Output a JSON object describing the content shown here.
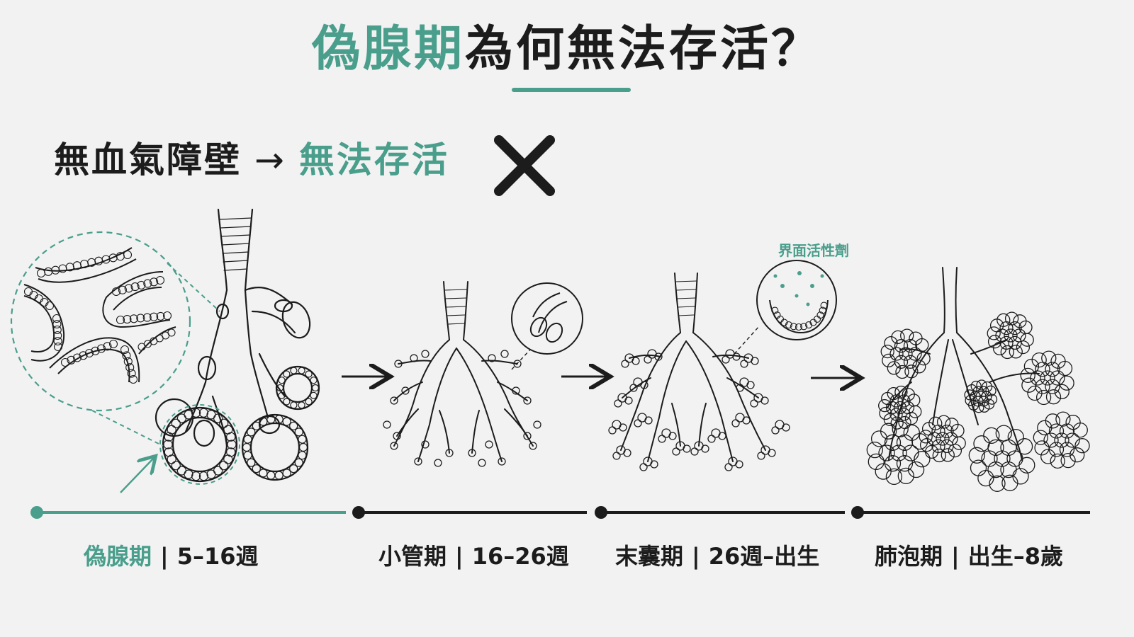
{
  "title": {
    "highlight": "偽腺期",
    "rest": "為何無法存活？"
  },
  "subtitle": {
    "cause": "無血氣障壁",
    "arrow": "→",
    "result": "無法存活"
  },
  "annotation": {
    "surfactant": "界面活性劑"
  },
  "stages": [
    {
      "name": "偽腺期",
      "separator": "|",
      "period": "5–16週",
      "active": true
    },
    {
      "name": "小管期",
      "separator": "|",
      "period": "16–26週",
      "active": false
    },
    {
      "name": "末囊期",
      "separator": "|",
      "period": "26週–出生",
      "active": false
    },
    {
      "name": "肺泡期",
      "separator": "|",
      "period": "出生–8歲",
      "active": false
    }
  ],
  "colors": {
    "accent": "#4a9e8c",
    "ink": "#1c1c1c",
    "background": "#f2f2f2"
  },
  "icons": [
    "cross-icon",
    "arrow-right-icon"
  ]
}
